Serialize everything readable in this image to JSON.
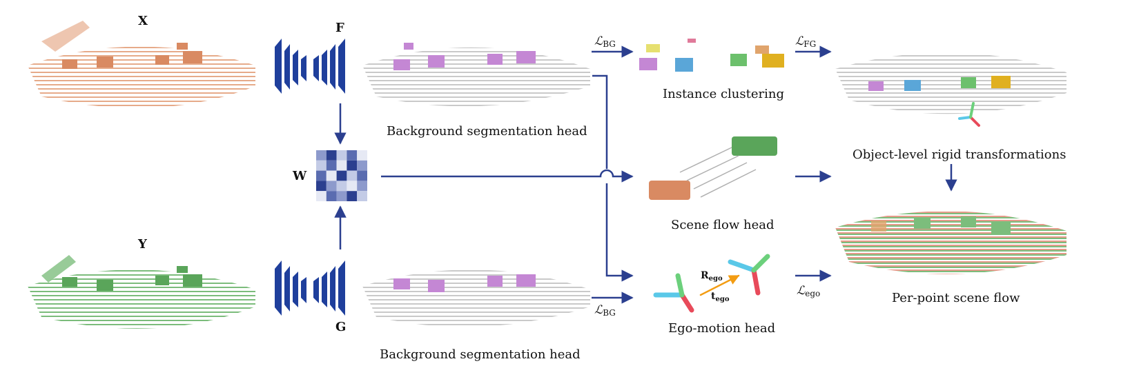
{
  "symbols": {
    "X": "X",
    "Y": "Y",
    "F": "F",
    "G": "G",
    "W": "W"
  },
  "losses": {
    "bg_top": {
      "main": "ℒ",
      "sub": "BG"
    },
    "bg_bottom": {
      "main": "ℒ",
      "sub": "BG"
    },
    "fg": {
      "main": "ℒ",
      "sub": "FG"
    },
    "ego": {
      "main": "ℒ",
      "sub": "ego"
    }
  },
  "labels": {
    "bg_seg_top": "Background segmentation head",
    "bg_seg_bottom": "Background segmentation head",
    "instance_clustering": "Instance clustering",
    "scene_flow_head": "Scene flow head",
    "ego_motion_head": "Ego-motion head",
    "object_rigid": "Object-level rigid transformations",
    "per_point_flow": "Per-point scene flow"
  },
  "ego_transform": {
    "R": "R",
    "R_sub": "ego",
    "t": "t",
    "t_sub": "ego"
  },
  "colors": {
    "arrow": "#2b3f8f",
    "source_points": "#e3a07c",
    "target_points": "#6cb56c",
    "background_points": "#c8c8c8",
    "segmented_cars": "#c487d4",
    "network_blue": "#1f3f9c",
    "ego_arrow": "#f39c12"
  },
  "cluster_colors": [
    "#c487d4",
    "#e6e070",
    "#5aa6d8",
    "#6cc06c",
    "#e0a46c",
    "#e0b020"
  ]
}
